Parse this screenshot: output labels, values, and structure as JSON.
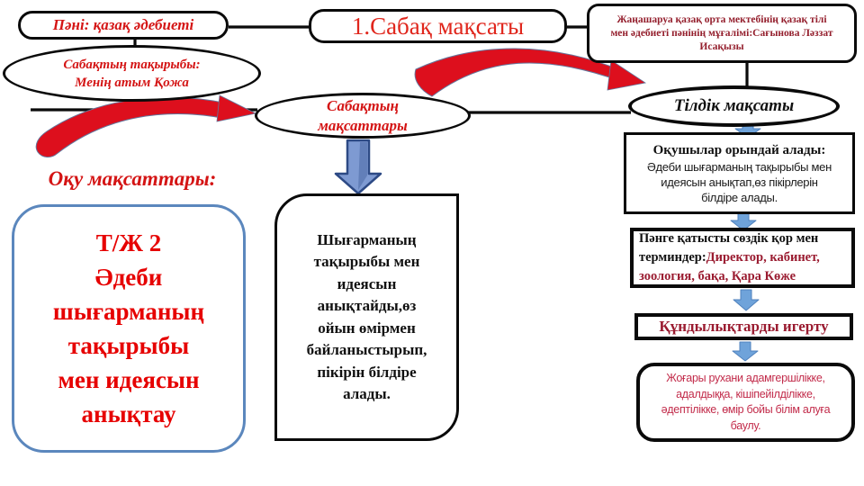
{
  "slide": {
    "subject_label": "Пәні: қазақ әдебиеті",
    "lesson_theme_lines": [
      "Сабақтың тақырыбы:",
      "Менің атым Қожа"
    ],
    "lesson_goal_title": "1.Сабақ мақсаты",
    "teacher_info_lines": [
      "Жаңашаруа  қазақ орта  мектебінің  қазақ тілі",
      "мен әдебиеті  пәнінің мұғалімі:Сағынова Ләззат",
      "Исақызы"
    ],
    "goals_oval_lines": [
      "Сабақтың",
      "мақсаттары"
    ],
    "learning_goals_label": "Оқу мақсаттары:",
    "learning_objective_lines": [
      "Т/Ж 2",
      "Әдеби",
      "шығарманың",
      "тақырыбы",
      "мен идеясын",
      "анықтау"
    ],
    "outcome_lines": [
      "Шығарманың",
      "тақырыбы  мен",
      "идеясын",
      "анықтайды,өз",
      "ойын өмірмен",
      "байланыстырып,",
      "пікірін білдіре",
      "алады."
    ],
    "language_goal_label": "Тілдік мақсаты",
    "students_can_title": "Оқушылар орындай алады:",
    "students_can_lines": [
      "Әдеби шығарманың тақырыбы мен",
      "идеясын анықтап,өз пікірлерін",
      "білдіре алады."
    ],
    "vocab_label": "Пәнге қатысты сөздік қор мен терминдер:",
    "vocab_terms": "Директор, кабинет, зоология, бақа, Қара Көже",
    "values_label": "Құндылықтарды игерту",
    "values_detail_lines": [
      "Жоғары рухани адамгершілікке,",
      "адалдыққа, кішіпейілділікке,",
      "әдептілікке, өмір бойы білім алуға",
      "баулу."
    ]
  },
  "colors": {
    "bright_red_text": "#d41414",
    "goal_red_text": "#e0261c",
    "objective_red_text": "#e60000",
    "dark_red_text": "#9a1b30",
    "teacher_red_text": "#941f2d",
    "crimson_text": "#c22b4a",
    "blue_box_border": "#5b87bd",
    "arrow_blue": "#6fa3da",
    "big_arrow_blue": "#7e9ad2",
    "swoosh_red": "#dd0f1d",
    "shape_border_black": "#0a0a0a"
  }
}
